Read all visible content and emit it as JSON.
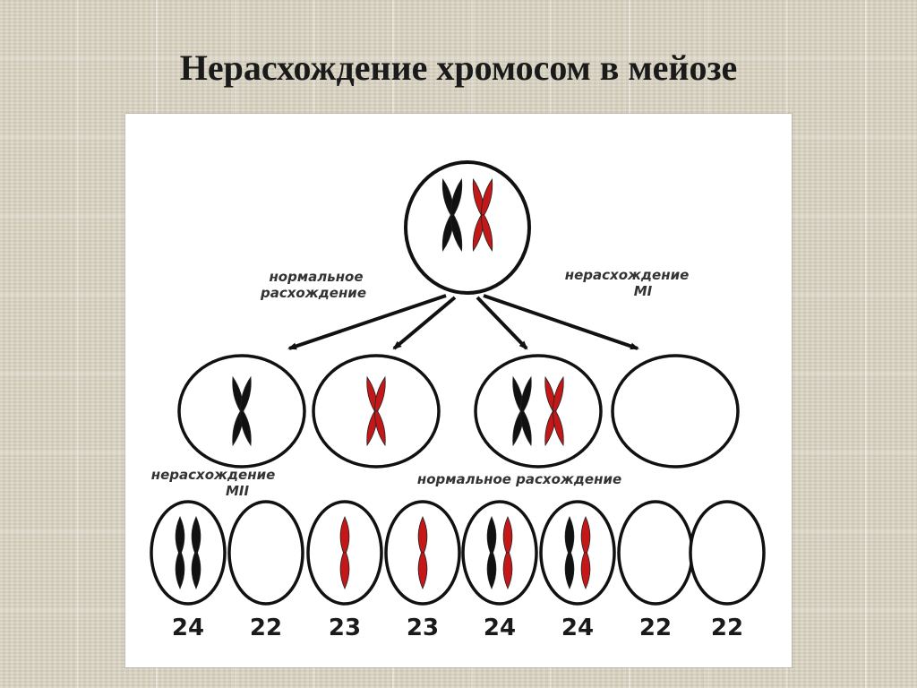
{
  "title": "Нерасхождение хромосом в мейозе",
  "labels": {
    "normal_top_line1": "нормальное",
    "normal_top_line2": "расхождение",
    "nondisj_m1_line1": "нерасхождение",
    "nondisj_m1_line2": "MI",
    "nondisj_m2_line1": "нерасхождение",
    "nondisj_m2_line2": "MII",
    "normal_bottom": "нормальное расхождение"
  },
  "gamete_counts": [
    "24",
    "22",
    "23",
    "23",
    "24",
    "24",
    "22",
    "22"
  ],
  "colors": {
    "black_chromosome": "#111111",
    "red_chromosome": "#c41818",
    "cell_outline": "#111111"
  }
}
